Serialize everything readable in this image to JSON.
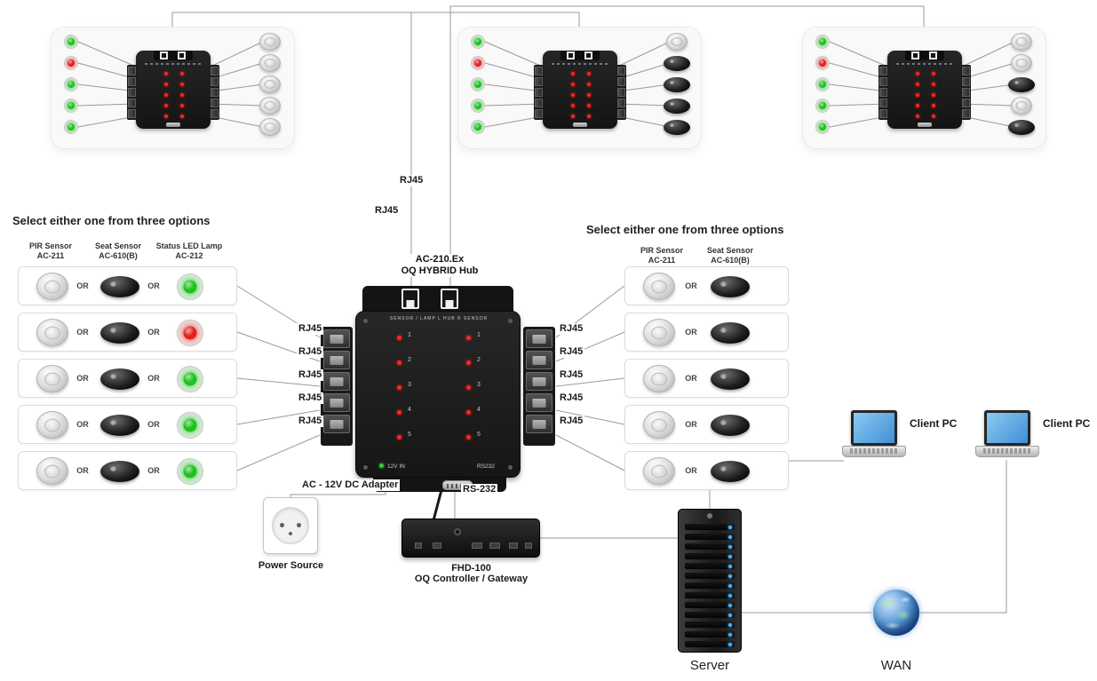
{
  "colors": {
    "line": "#9a9a9a",
    "led_green": "#1fc11f",
    "led_red": "#e32020",
    "screen_blue": "#58aee0"
  },
  "top_links": {
    "rj45_a": "RJ45",
    "rj45_b": "RJ45"
  },
  "clusters": [
    {
      "leds": [
        "green",
        "red",
        "green",
        "green",
        "green"
      ],
      "devices": [
        "dome",
        "dome",
        "dome",
        "dome",
        "dome"
      ]
    },
    {
      "leds": [
        "green",
        "red",
        "green",
        "green",
        "green"
      ],
      "devices": [
        "dome",
        "seat",
        "seat",
        "seat",
        "seat"
      ]
    },
    {
      "leds": [
        "green",
        "red",
        "green",
        "green",
        "green"
      ],
      "devices": [
        "dome",
        "dome",
        "seat",
        "dome",
        "seat"
      ]
    }
  ],
  "hub": {
    "model": "AC-210.Ex",
    "name": "OQ HYBRID Hub",
    "panel_header": "SENSOR / LAMP      L   HUB   R      SENSOR",
    "channels": [
      "1",
      "2",
      "3",
      "4",
      "5"
    ],
    "power_text": "12V IN",
    "serial_text": "RS232"
  },
  "left_panel": {
    "title": "Select either one from three options",
    "columns": [
      {
        "name": "PIR Sensor",
        "model": "AC-211"
      },
      {
        "name": "Seat Sensor",
        "model": "AC-610(B)"
      },
      {
        "name": "Status LED Lamp",
        "model": "AC-212"
      }
    ],
    "or_label": "OR",
    "rows": [
      {
        "led": "green"
      },
      {
        "led": "red"
      },
      {
        "led": "green"
      },
      {
        "led": "green"
      },
      {
        "led": "green"
      }
    ],
    "rj45_labels": [
      "RJ45",
      "RJ45",
      "RJ45",
      "RJ45",
      "RJ45"
    ]
  },
  "right_panel": {
    "title": "Select either one from three options",
    "columns": [
      {
        "name": "PIR Sensor",
        "model": "AC-211"
      },
      {
        "name": "Seat Sensor",
        "model": "AC-610(B)"
      }
    ],
    "or_label": "OR",
    "rows": [
      [
        "dome",
        "seat"
      ],
      [
        "dome",
        "seat"
      ],
      [
        "dome",
        "seat"
      ],
      [
        "dome",
        "seat"
      ],
      [
        "dome",
        "seat"
      ]
    ],
    "rj45_labels": [
      "RJ45",
      "RJ45",
      "RJ45",
      "RJ45",
      "RJ45"
    ]
  },
  "bottom": {
    "adapter_label": "AC - 12V DC Adapter",
    "power_source_label": "Power Source",
    "rs232_label": "RS-232",
    "controller_model": "FHD-100",
    "controller_name": "OQ Controller / Gateway",
    "server_label": "Server",
    "wan_label": "WAN"
  },
  "clients": [
    {
      "label": "Client PC"
    },
    {
      "label": "Client PC"
    }
  ]
}
